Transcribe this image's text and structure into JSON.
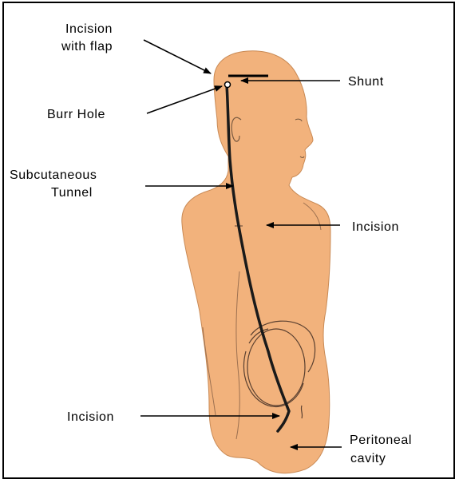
{
  "labels": {
    "incision_with_flap_line1": "Incision",
    "incision_with_flap_line2": "with flap",
    "burr_hole": "Burr Hole",
    "subcutaneous_line1": "Subcutaneous",
    "subcutaneous_line2": "Tunnel",
    "shunt": "Shunt",
    "incision_chest": "Incision",
    "incision_abdomen": "Incision",
    "peritoneal_line1": "Peritoneal",
    "peritoneal_line2": "cavity"
  },
  "colors": {
    "skin": "#f2b27c",
    "outline": "#7a5a40",
    "line": "#000000",
    "background": "#ffffff"
  }
}
